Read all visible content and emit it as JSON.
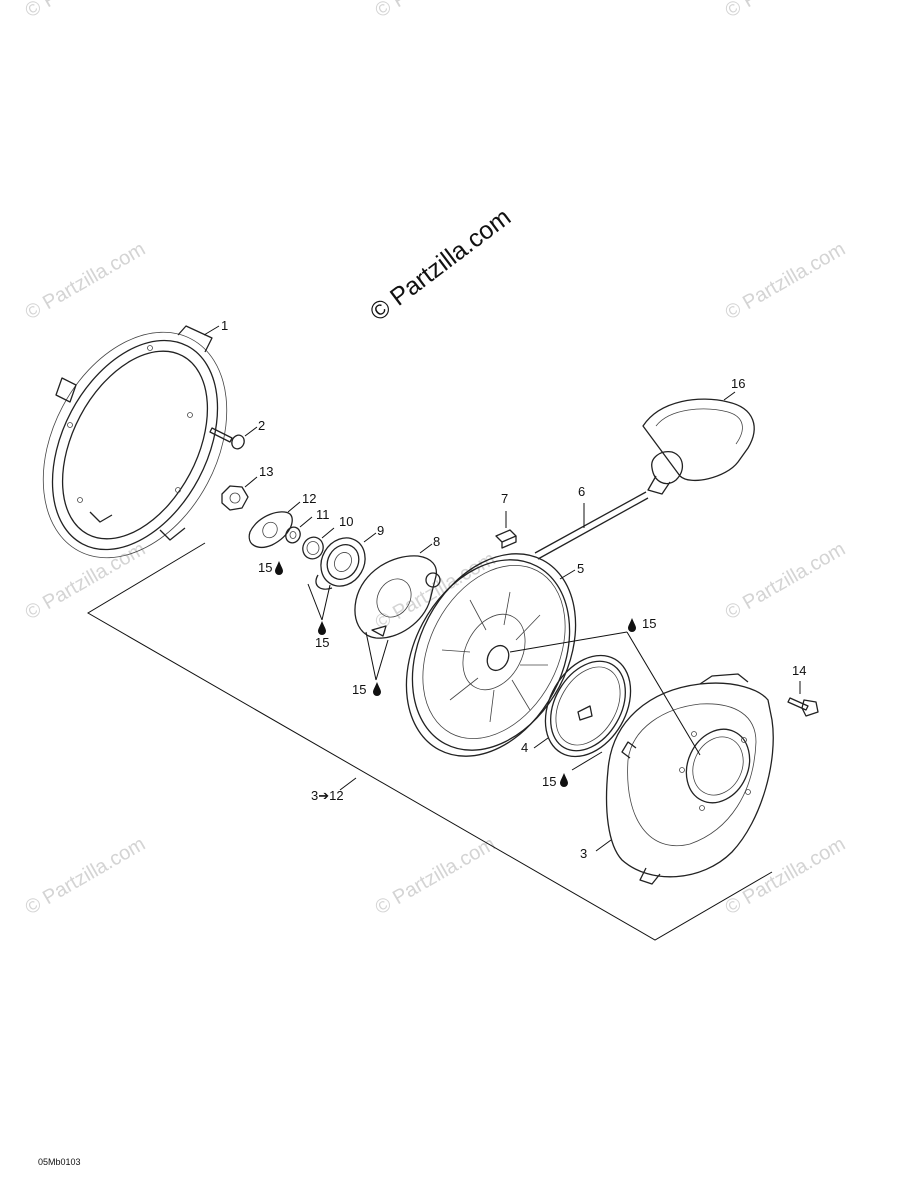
{
  "watermark": {
    "main": "© Partzilla.com",
    "repeat": "© Partzilla.com"
  },
  "reference_code": "05Mb0103",
  "callouts": {
    "p1": "1",
    "p2": "2",
    "p3": "3",
    "p4": "4",
    "p5": "5",
    "p6": "6",
    "p7": "7",
    "p8": "8",
    "p9": "9",
    "p10": "10",
    "p11": "11",
    "p12": "12",
    "p13": "13",
    "p14": "14",
    "p16": "16",
    "group_3_12": "3➔12",
    "lube_15": "15"
  },
  "colors": {
    "line": "#222222",
    "watermark": "#d4d4d4",
    "lubricant_drop": "#111111"
  }
}
